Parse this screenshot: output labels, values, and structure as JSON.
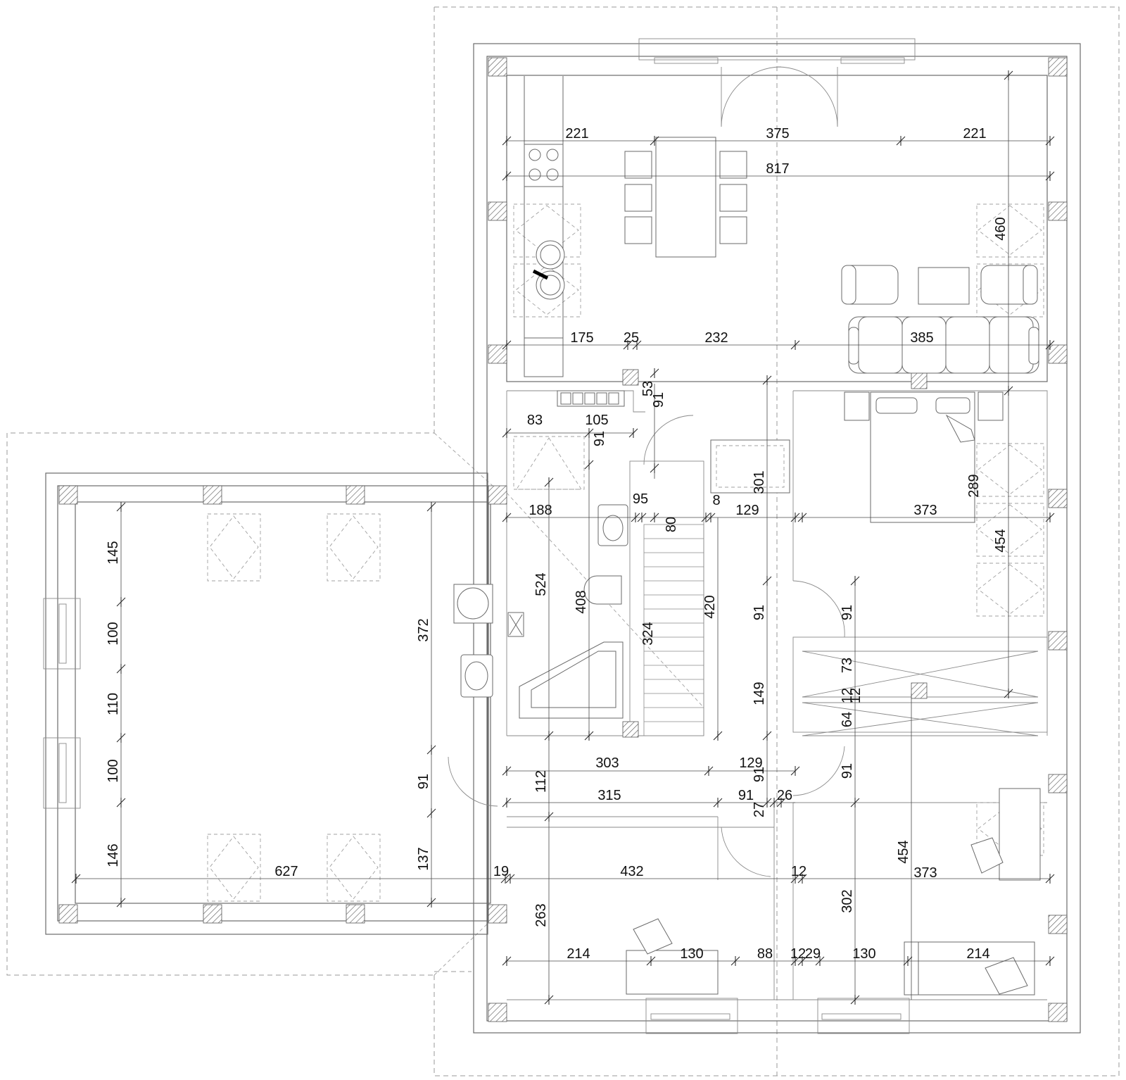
{
  "dimensions": [
    {
      "id": "d1",
      "text": "221"
    },
    {
      "id": "d2",
      "text": "375"
    },
    {
      "id": "d3",
      "text": "221"
    },
    {
      "id": "d4",
      "text": "817"
    },
    {
      "id": "d5",
      "text": "460"
    },
    {
      "id": "d6",
      "text": "175"
    },
    {
      "id": "d7",
      "text": "25"
    },
    {
      "id": "d8",
      "text": "232"
    },
    {
      "id": "d9",
      "text": "385"
    },
    {
      "id": "d10",
      "text": "53"
    },
    {
      "id": "d11",
      "text": "91"
    },
    {
      "id": "d12",
      "text": "83"
    },
    {
      "id": "d13",
      "text": "105"
    },
    {
      "id": "d14",
      "text": "91"
    },
    {
      "id": "d15",
      "text": "301"
    },
    {
      "id": "d16",
      "text": "289"
    },
    {
      "id": "d17",
      "text": "95"
    },
    {
      "id": "d18",
      "text": "8"
    },
    {
      "id": "d19",
      "text": "188"
    },
    {
      "id": "d20",
      "text": "129"
    },
    {
      "id": "d21",
      "text": "373"
    },
    {
      "id": "d22",
      "text": "80"
    },
    {
      "id": "d23",
      "text": "454"
    },
    {
      "id": "d24",
      "text": "145"
    },
    {
      "id": "d25",
      "text": "524"
    },
    {
      "id": "d26",
      "text": "408"
    },
    {
      "id": "d27",
      "text": "420"
    },
    {
      "id": "d28",
      "text": "91"
    },
    {
      "id": "d29",
      "text": "91"
    },
    {
      "id": "d30",
      "text": "372"
    },
    {
      "id": "d31",
      "text": "100"
    },
    {
      "id": "d32",
      "text": "324"
    },
    {
      "id": "d33",
      "text": "73"
    },
    {
      "id": "d34",
      "text": "149"
    },
    {
      "id": "d35",
      "text": "12"
    },
    {
      "id": "d36",
      "text": "12"
    },
    {
      "id": "d37",
      "text": "110"
    },
    {
      "id": "d38",
      "text": "64"
    },
    {
      "id": "d39",
      "text": "100"
    },
    {
      "id": "d40",
      "text": "303"
    },
    {
      "id": "d41",
      "text": "129"
    },
    {
      "id": "d42",
      "text": "91"
    },
    {
      "id": "d43",
      "text": "91"
    },
    {
      "id": "d44",
      "text": "112"
    },
    {
      "id": "d45",
      "text": "91"
    },
    {
      "id": "d46",
      "text": "315"
    },
    {
      "id": "d47",
      "text": "91"
    },
    {
      "id": "d48",
      "text": "26"
    },
    {
      "id": "d49",
      "text": "27"
    },
    {
      "id": "d50",
      "text": "146"
    },
    {
      "id": "d51",
      "text": "137"
    },
    {
      "id": "d52",
      "text": "454"
    },
    {
      "id": "d53",
      "text": "627"
    },
    {
      "id": "d54",
      "text": "19"
    },
    {
      "id": "d55",
      "text": "432"
    },
    {
      "id": "d56",
      "text": "12"
    },
    {
      "id": "d57",
      "text": "373"
    },
    {
      "id": "d58",
      "text": "263"
    },
    {
      "id": "d59",
      "text": "302"
    },
    {
      "id": "d60",
      "text": "214"
    },
    {
      "id": "d61",
      "text": "130"
    },
    {
      "id": "d62",
      "text": "88"
    },
    {
      "id": "d63",
      "text": "12"
    },
    {
      "id": "d64",
      "text": "29"
    },
    {
      "id": "d65",
      "text": "130"
    },
    {
      "id": "d66",
      "text": "214"
    }
  ]
}
